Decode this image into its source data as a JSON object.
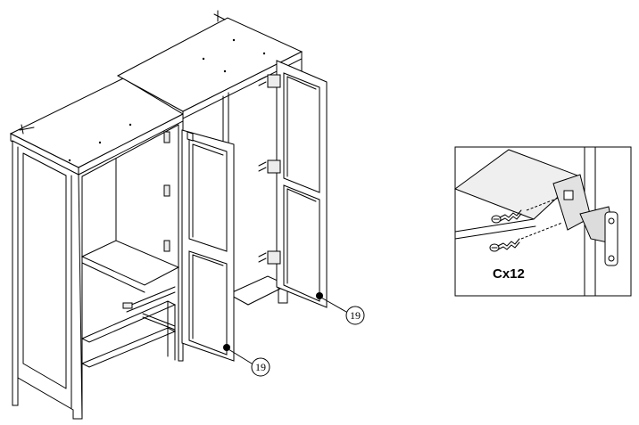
{
  "callouts": [
    {
      "part": "19"
    },
    {
      "part": "19"
    }
  ],
  "detail": {
    "screw_quantity": "Cx12"
  },
  "colors": {
    "line": "#000000",
    "background": "#ffffff",
    "shade": "#ececec"
  }
}
